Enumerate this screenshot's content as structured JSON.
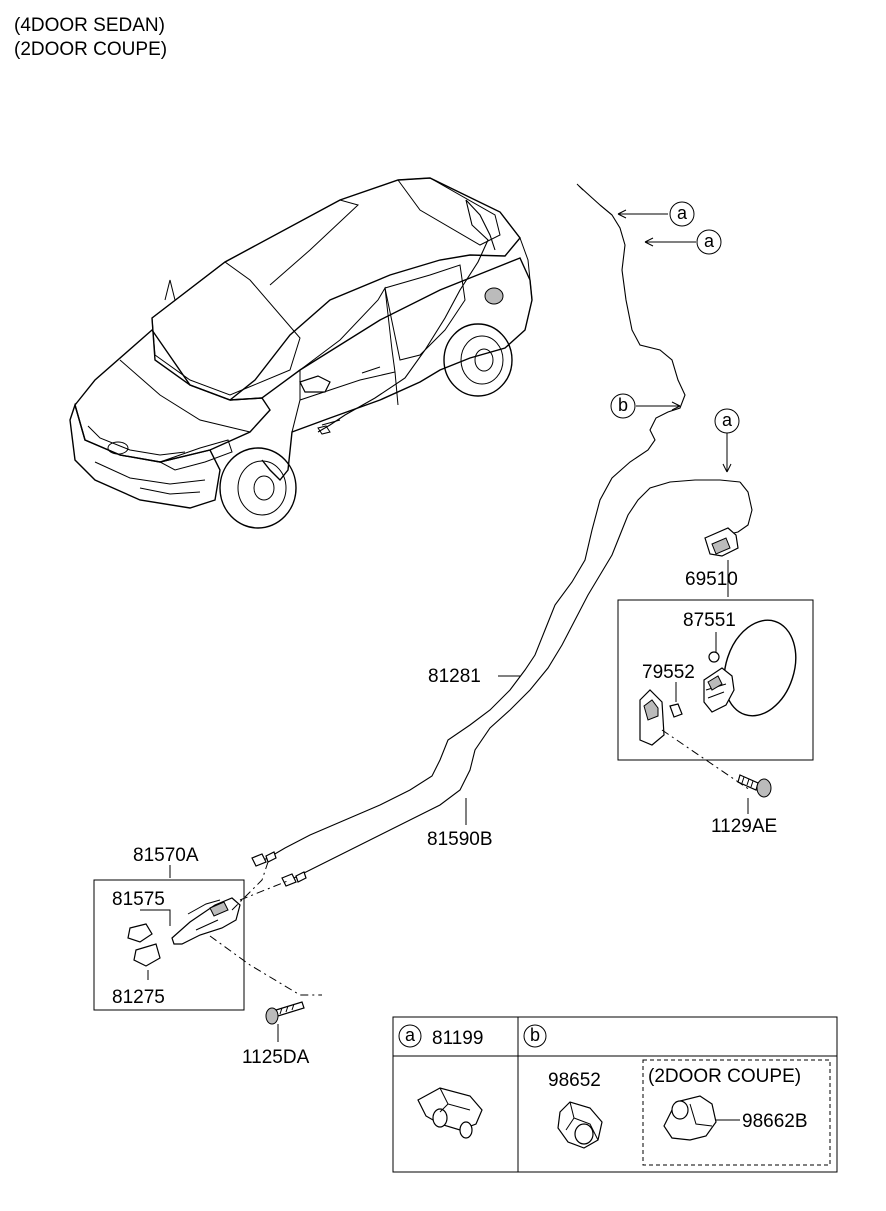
{
  "header": {
    "line1": "(4DOOR SEDAN)",
    "line2": "(2DOOR COUPE)"
  },
  "callouts": {
    "a": "a",
    "b": "b"
  },
  "parts": {
    "fuel_door_assembly": "69510",
    "fuel_door_spring": "87551",
    "fuel_door_bumper": "79552",
    "fuel_door_screw": "1129AE",
    "opener_cable": "81281",
    "trunk_cable": "81590B",
    "opener_lever_assembly": "81570A",
    "lever_cover_upper": "81575",
    "lever_cover_lower": "81275",
    "lever_bolt": "1125DA"
  },
  "legend_table": {
    "col_a_letter": "a",
    "col_a_part": "81199",
    "col_b_letter": "b",
    "col_b_part_1": "98652",
    "col_b_coupe_label": "(2DOOR COUPE)",
    "col_b_part_2": "98662B"
  }
}
